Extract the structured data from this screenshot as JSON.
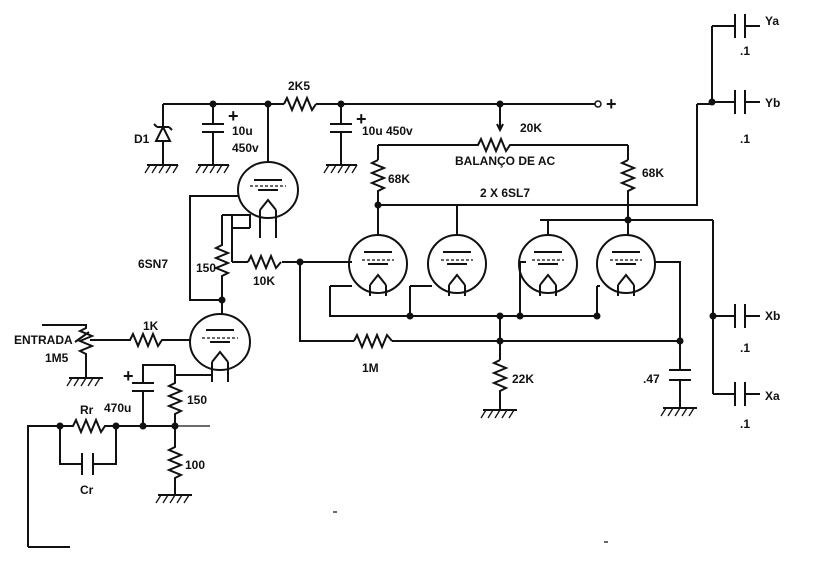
{
  "labels": {
    "d1": "D1",
    "c1_value": "10u",
    "c1_voltage": "450v",
    "r_2k5": "2K5",
    "c2": "10u 450v",
    "plus_terminal": "+",
    "pot_20k": "20K",
    "balance": "BALANÇO DE AC",
    "r68k_left": "68K",
    "r68k_right": "68K",
    "tubes_6sl7": "2 X  6SL7",
    "tube_6sn7": "6SN7",
    "r150_top": "150",
    "r10k": "10K",
    "r1k": "1K",
    "entrada": "ENTRADA",
    "pot_1m5": "1M5",
    "r1m": "1M",
    "r22k": "22K",
    "c047": ".47",
    "c470u": "470u",
    "r150_bottom": "150",
    "r100": "100",
    "rr": "Rr",
    "cr": "Cr",
    "ya": "Ya",
    "ya_val": ".1",
    "yb": "Yb",
    "yb_val": ".1",
    "xb": "Xb",
    "xb_val": ".1",
    "xa": "Xa",
    "xa_val": ".1",
    "cap_plus_1": "+",
    "cap_plus_2": "+",
    "cap_plus_3": "+"
  }
}
